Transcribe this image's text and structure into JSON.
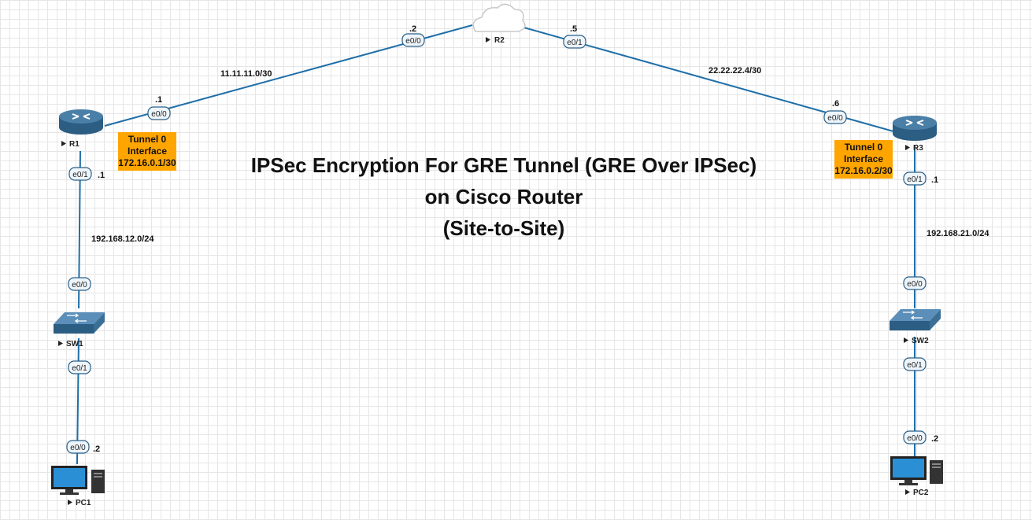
{
  "title": {
    "line1": "IPSec Encryption For GRE Tunnel (GRE Over IPSec)",
    "line2": "on Cisco Router",
    "line3": "(Site-to-Site)"
  },
  "devices": {
    "r1": "R1",
    "r2": "R2",
    "r3": "R3",
    "sw1": "SW1",
    "sw2": "SW2",
    "pc1": "PC1",
    "pc2": "PC2"
  },
  "networks": {
    "r1_r2": "11.11.11.0/30",
    "r2_r3": "22.22.22.4/30",
    "lan1": "192.168.12.0/24",
    "lan2": "192.168.21.0/24"
  },
  "interfaces": {
    "r1_wan": "e0/0",
    "r2_left": "e0/0",
    "r2_right": "e0/1",
    "r3_wan": "e0/0",
    "r1_lan": "e0/1",
    "sw1_up": "e0/0",
    "sw1_down": "e0/1",
    "pc1": "e0/0",
    "r3_lan": "e0/1",
    "sw2_up": "e0/0",
    "sw2_down": "e0/1",
    "pc2": "e0/0"
  },
  "host_ids": {
    "r1_wan": ".1",
    "r2_left": ".2",
    "r2_right": ".5",
    "r3_wan": ".6",
    "r1_lan": ".1",
    "pc1": ".2",
    "r3_lan": ".1",
    "pc2": ".2"
  },
  "tunnels": {
    "r1": {
      "line1": "Tunnel 0",
      "line2": "Interface",
      "ip": "172.16.0.1/30"
    },
    "r3": {
      "line1": "Tunnel 0",
      "line2": "Interface",
      "ip": "172.16.0.2/30"
    }
  },
  "colors": {
    "link": "#1f6fa8",
    "tunnel_box": "#ffa500",
    "router": "#3b6f96"
  }
}
